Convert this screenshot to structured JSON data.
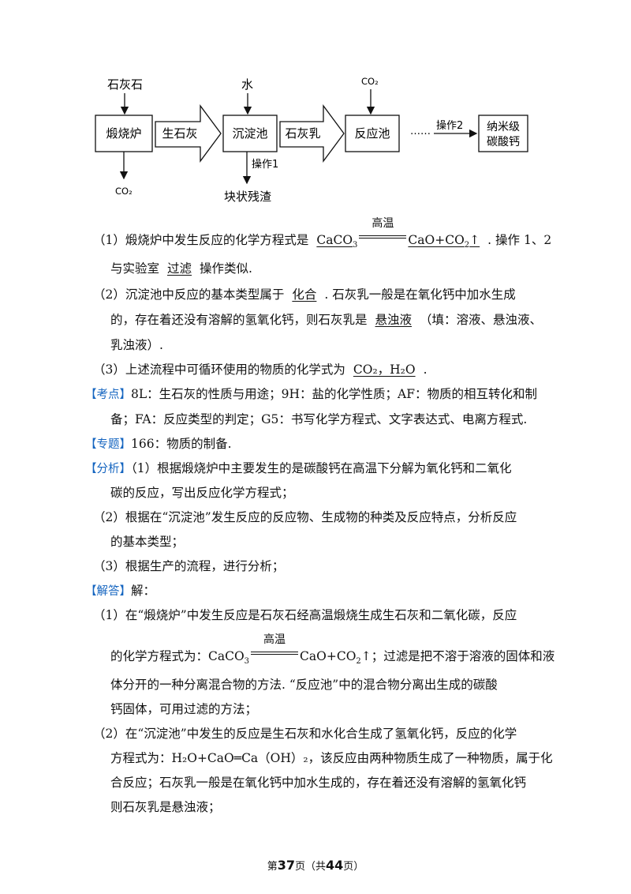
{
  "diagram": {
    "in_limestone": "石灰石",
    "in_water": "水",
    "in_co2": "CO₂",
    "box_kiln": "煅烧炉",
    "arrow_quicklime": "生石灰",
    "box_settling": "沉淀池",
    "arrow_limemilk": "石灰乳",
    "box_reaction": "反应池",
    "dots": "……",
    "op2": "操作2",
    "box_product_1": "纳米级",
    "box_product_2": "碳酸钙",
    "out_co2": "CO₂",
    "op1": "操作1",
    "residue": "块状残渣"
  },
  "q1": {
    "prefix": "（1）煅烧炉中发生反应的化学方程式是",
    "ans_pre": "CaCO",
    "ans_sub": "3",
    "ans_post": "CaO+CO",
    "ans_post_sub": "2",
    "ans_arrow": "↑",
    "suffix": ". 操作 1、2",
    "line2_pre": "与实验室",
    "ans2": "过滤",
    "line2_post": "操作类似."
  },
  "condition": "高温",
  "q2": {
    "l1_pre": "（2）沉淀池中反应的基本类型属于",
    "l1_ans": "化合",
    "l1_post": ". 石灰乳一般是在氧化钙中加水生成",
    "l2_pre": "的，存在着还没有溶解的氢氧化钙，则石灰乳是",
    "l2_ans": "悬浊液",
    "l2_post": "（填：溶液、悬浊液、",
    "l3": "乳浊液）."
  },
  "q3": {
    "pre": "（3）上述流程中可循环使用的物质的化学式为",
    "ans": "CO₂，H₂O",
    "post": "."
  },
  "kaodian": {
    "tag": "【考点】",
    "l1": "8L：生石灰的性质与用途；9H：盐的化学性质；AF：物质的相互转化和制",
    "l2": "备；FA：反应类型的判定；G5：书写化学方程式、文字表达式、电离方程式."
  },
  "zhuanti": {
    "tag": "【专题】",
    "text": "166：物质的制备."
  },
  "fenxi": {
    "tag": "【分析】",
    "l1": "（1）根据煅烧炉中主要发生的是碳酸钙在高温下分解为氧化钙和二氧化",
    "l2": "碳的反应，写出反应化学方程式；",
    "l3": "（2）根据在“沉淀池”发生反应的反应物、生成物的种类及反应特点，分析反应",
    "l4": "的基本类型；",
    "l5": "（3）根据生产的流程，进行分析；"
  },
  "jieda": {
    "tag": "【解答】",
    "tag_post": "解：",
    "l1": "（1）在“煅烧炉”中发生反应是石灰石经高温煅烧生成生石灰和二氧化碳，反应",
    "l2_pre": "的化学方程式为：CaCO",
    "l2_sub": "3",
    "l2_mid": "CaO+CO",
    "l2_sub2": "2",
    "l2_post": "↑；过滤是把不溶于溶液的固体和液",
    "l3": "体分开的一种分离混合物的方法. “反应池”中的混合物分离出生成的碳酸",
    "l4": "钙固体，可用过滤的方法；",
    "l5": "（2）在“沉淀池”中发生的反应是生石灰和水化合生成了氢氧化钙，反应的化学",
    "l6": "方程式为：H₂O+CaO═Ca（OH）₂，该反应由两种物质生成了一种物质，属于化",
    "l7": "合反应；石灰乳一般是在氧化钙中加水生成的，存在着还没有溶解的氢氧化钙",
    "l8": "则石灰乳是悬浊液；"
  },
  "footer": {
    "pre": "第",
    "page": "37",
    "mid": "页（共",
    "total": "44",
    "post": "页）"
  }
}
